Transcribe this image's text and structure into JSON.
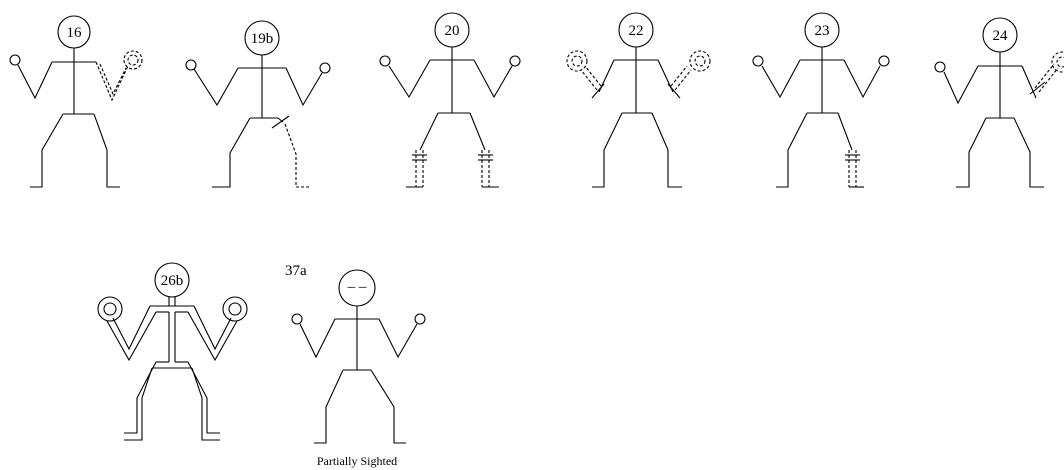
{
  "figures": [
    {
      "label": "16"
    },
    {
      "label": "19b"
    },
    {
      "label": "20"
    },
    {
      "label": "22"
    },
    {
      "label": "23"
    },
    {
      "label": "24"
    },
    {
      "label": "26b"
    },
    {
      "label": "37a",
      "head_text": "– –",
      "caption": "Partially Sighted"
    }
  ]
}
